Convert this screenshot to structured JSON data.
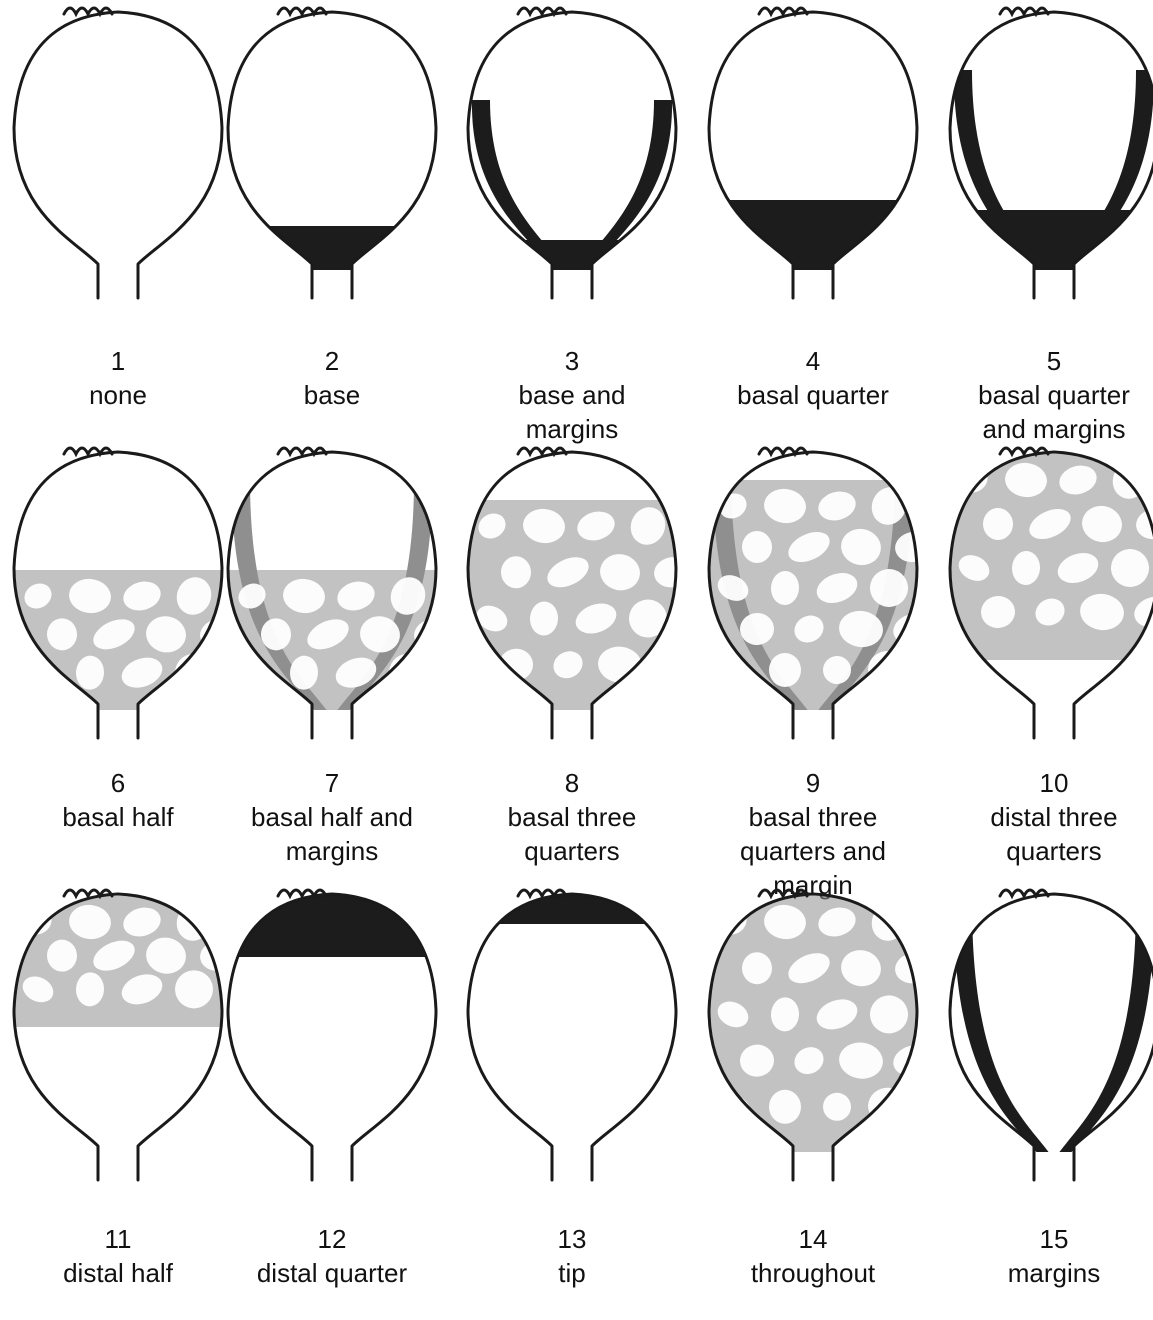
{
  "figures": [
    {
      "number": "1",
      "label": "none",
      "pattern": "none"
    },
    {
      "number": "2",
      "label": "base",
      "pattern": "base"
    },
    {
      "number": "3",
      "label": "base and margins",
      "pattern": "base-margins"
    },
    {
      "number": "4",
      "label": "basal quarter",
      "pattern": "basal-quarter"
    },
    {
      "number": "5",
      "label": "basal quarter and margins",
      "pattern": "basal-quarter-margins"
    },
    {
      "number": "6",
      "label": "basal half",
      "pattern": "basal-half"
    },
    {
      "number": "7",
      "label": "basal half and margins",
      "pattern": "basal-half-margins"
    },
    {
      "number": "8",
      "label": "basal three quarters",
      "pattern": "basal-three-quarters"
    },
    {
      "number": "9",
      "label": "basal three quarters and margin",
      "pattern": "basal-three-quarters-margin"
    },
    {
      "number": "10",
      "label": "distal three quarters",
      "pattern": "distal-three-quarters"
    },
    {
      "number": "11",
      "label": "distal half",
      "pattern": "distal-half"
    },
    {
      "number": "12",
      "label": "distal quarter",
      "pattern": "distal-quarter"
    },
    {
      "number": "13",
      "label": "tip",
      "pattern": "tip"
    },
    {
      "number": "14",
      "label": "throughout",
      "pattern": "throughout"
    },
    {
      "number": "15",
      "label": "margins",
      "pattern": "margins"
    }
  ],
  "colors": {
    "outline": "#1a1a1a",
    "solid": "#1c1c1c",
    "mottle": "#8f8f8f",
    "background": "#ffffff"
  }
}
